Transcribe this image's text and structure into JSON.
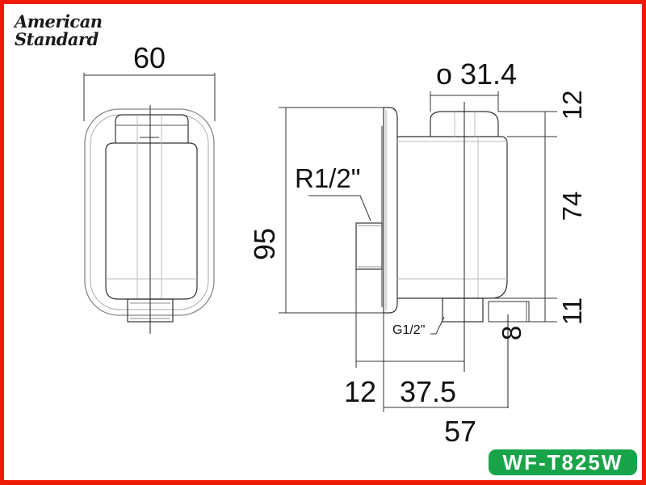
{
  "brand": {
    "line1": "American",
    "line2": "Standard"
  },
  "model_badge": {
    "label": "WF-T825W",
    "color": "#1aa44a"
  },
  "frame_color": "#ee1c06",
  "front_view": {
    "width_dim": "60"
  },
  "side_view": {
    "diameter_dim": "o 31.4",
    "inlet_thread": "R1/2\"",
    "outlet_thread": "G1/2\"",
    "height_total": "95",
    "top_cap_height": "12",
    "body_height": "74",
    "bottom_height": "11",
    "outlet_offset": "8",
    "inlet_depth": "12",
    "outlet_center": "37.5",
    "overall_depth": "57"
  }
}
